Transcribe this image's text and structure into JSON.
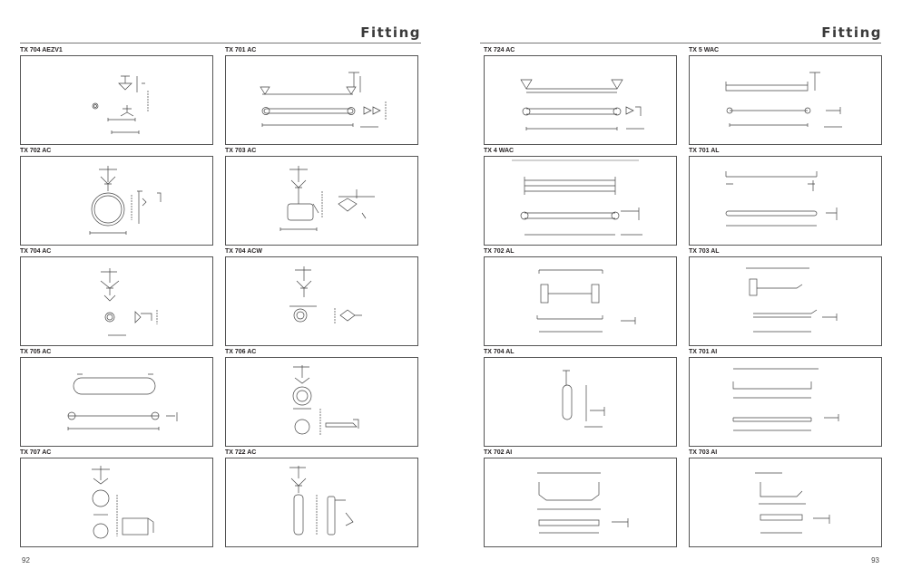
{
  "spread": {
    "left": {
      "title": "Fitting",
      "page_number": "92",
      "items": [
        {
          "code": "TX 704 AEZV1"
        },
        {
          "code": "TX 701 AC"
        },
        {
          "code": "TX 702 AC"
        },
        {
          "code": "TX 703 AC"
        },
        {
          "code": "TX 704 AC"
        },
        {
          "code": "TX 704 ACW"
        },
        {
          "code": "TX 705 AC"
        },
        {
          "code": "TX 706 AC"
        },
        {
          "code": "TX 707 AC"
        },
        {
          "code": "TX 722 AC"
        }
      ]
    },
    "right": {
      "title": "Fitting",
      "page_number": "93",
      "items": [
        {
          "code": "TX 724 AC"
        },
        {
          "code": "TX 5 WAC"
        },
        {
          "code": "TX 4 WAC"
        },
        {
          "code": "TX 701 AL"
        },
        {
          "code": "TX 702 AL"
        },
        {
          "code": "TX 703 AL"
        },
        {
          "code": "TX 704 AL"
        },
        {
          "code": "TX 701 AI"
        },
        {
          "code": "TX 702 AI"
        },
        {
          "code": "TX 703 AI"
        }
      ]
    }
  }
}
